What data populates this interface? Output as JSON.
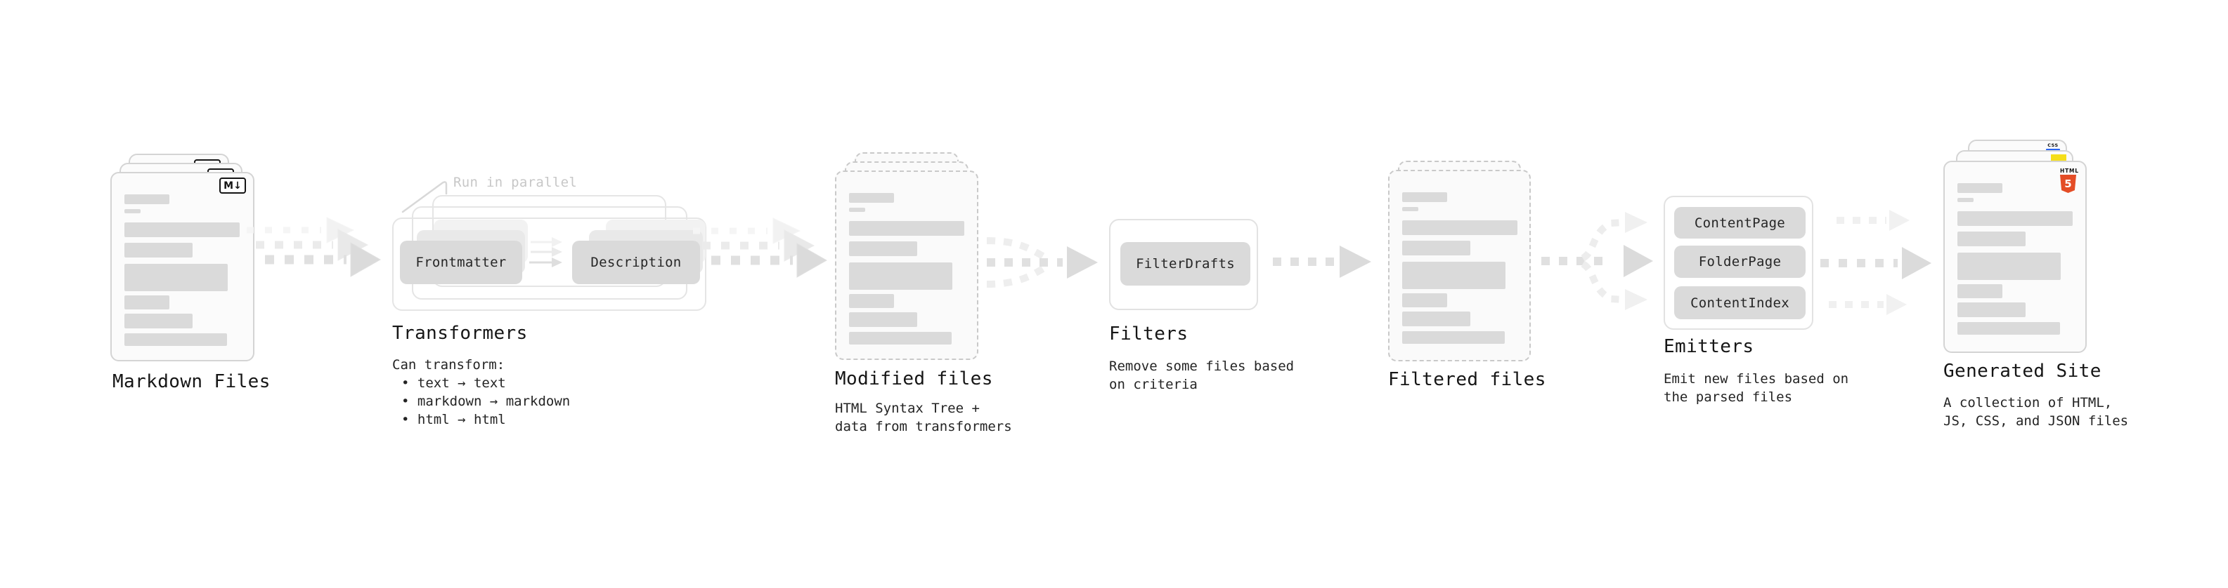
{
  "stages": {
    "markdown": {
      "title": "Markdown Files",
      "badge": "M↓"
    },
    "transformers": {
      "title": "Transformers",
      "annotation": "Run in parallel",
      "pill_frontmatter": "Frontmatter",
      "pill_description": "Description",
      "desc_heading": "Can transform:",
      "bullets": [
        "• text → text",
        "• markdown → markdown",
        "• html → html"
      ]
    },
    "modified": {
      "title": "Modified files",
      "subtitle": "HTML Syntax Tree +\ndata from transformers"
    },
    "filters": {
      "title": "Filters",
      "pill": "FilterDrafts",
      "subtitle": "Remove some files based\non criteria"
    },
    "filtered": {
      "title": "Filtered files"
    },
    "emitters": {
      "title": "Emitters",
      "pills": [
        "ContentPage",
        "FolderPage",
        "ContentIndex"
      ],
      "subtitle": "Emit new files based on\nthe parsed files"
    },
    "generated": {
      "title": "Generated Site",
      "subtitle": "A collection of HTML,\nJS, CSS, and JSON files",
      "css_badge": "CSS",
      "html5_word": "HTML",
      "html5_number": "5"
    }
  },
  "colors": {
    "doc_border": "#d4d4d4",
    "doc_fill": "#fbfbfb",
    "bar_gray": "#dadada",
    "pill_gray": "#dadada",
    "arrow_gray": "#e0e0e0",
    "arrow_head": "#dbdbdb",
    "annotation_gray": "#c7c7c7",
    "html5_orange": "#e44d26",
    "js_yellow": "#f5de19",
    "css_blue": "#2965f1"
  }
}
